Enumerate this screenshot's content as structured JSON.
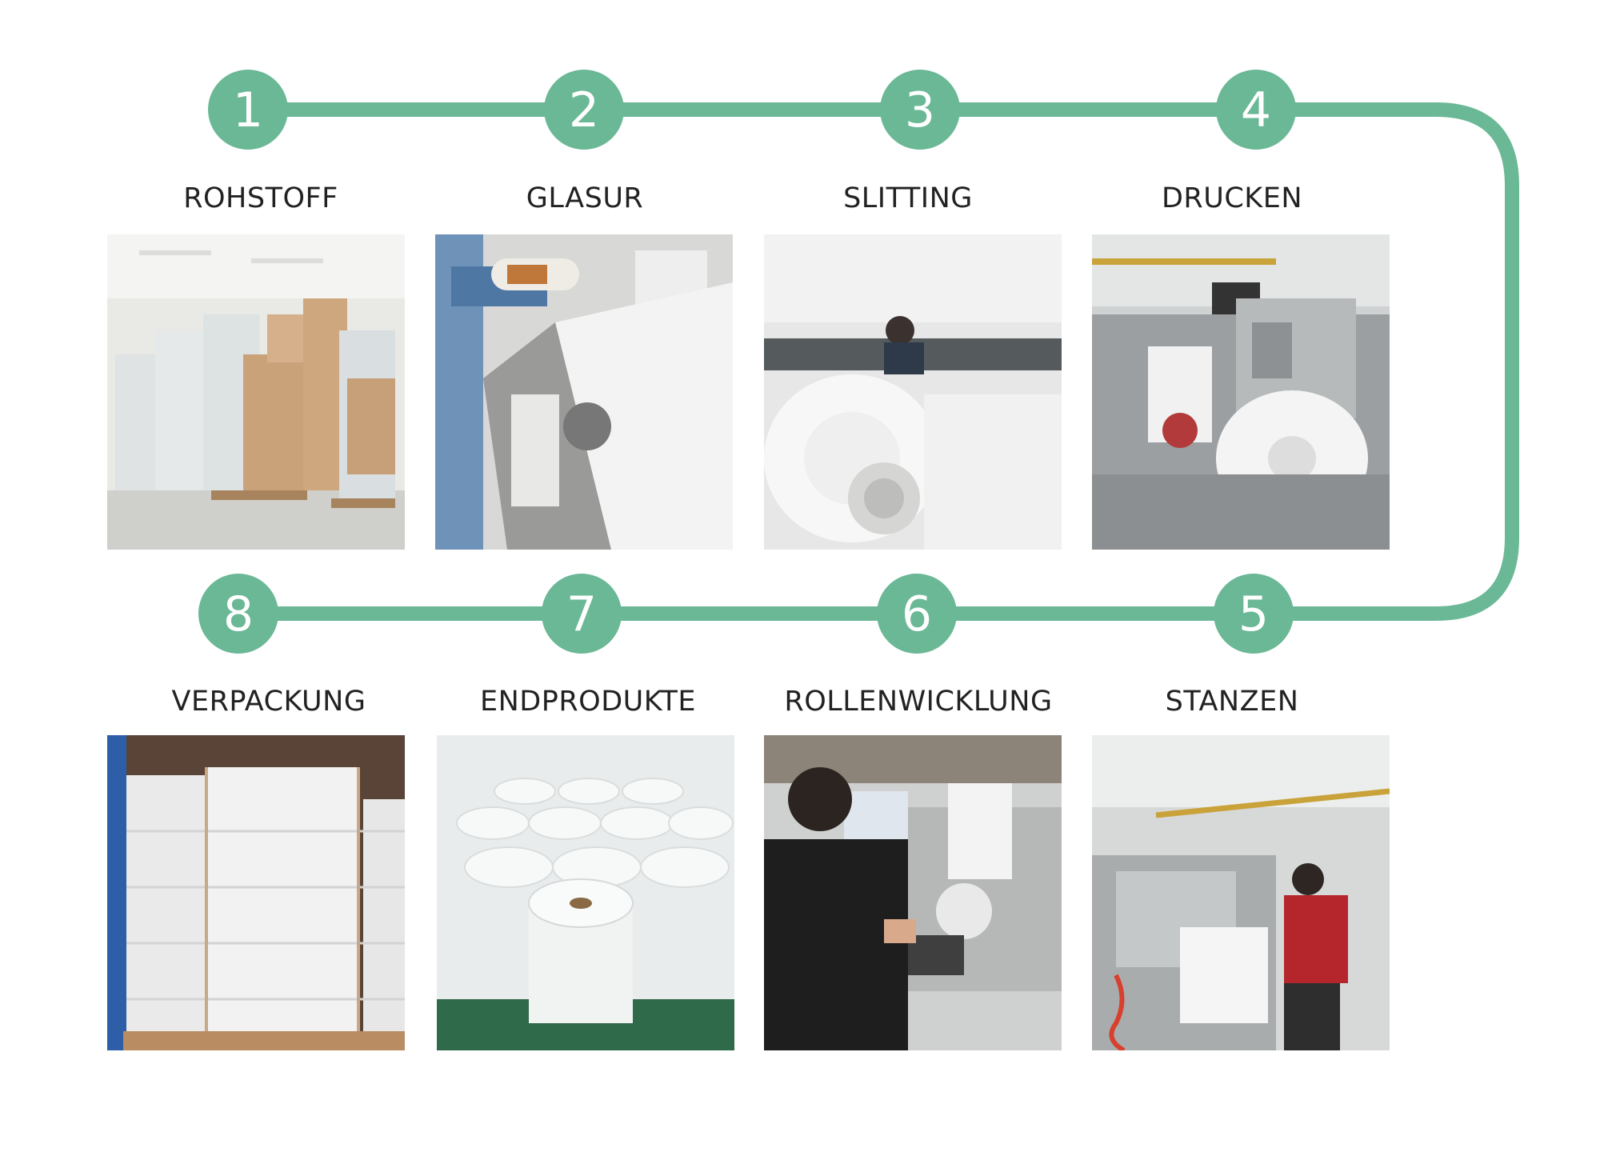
{
  "accent_color": "#6ab896",
  "steps": [
    {
      "number": "1",
      "label": "ROHSTOFF"
    },
    {
      "number": "2",
      "label": "GLASUR"
    },
    {
      "number": "3",
      "label": "SLITTING"
    },
    {
      "number": "4",
      "label": "DRUCKEN"
    },
    {
      "number": "5",
      "label": "STANZEN"
    },
    {
      "number": "6",
      "label": "ROLLENWICKLUNG"
    },
    {
      "number": "7",
      "label": "ENDPRODUKTE"
    },
    {
      "number": "8",
      "label": "VERPACKUNG"
    }
  ]
}
